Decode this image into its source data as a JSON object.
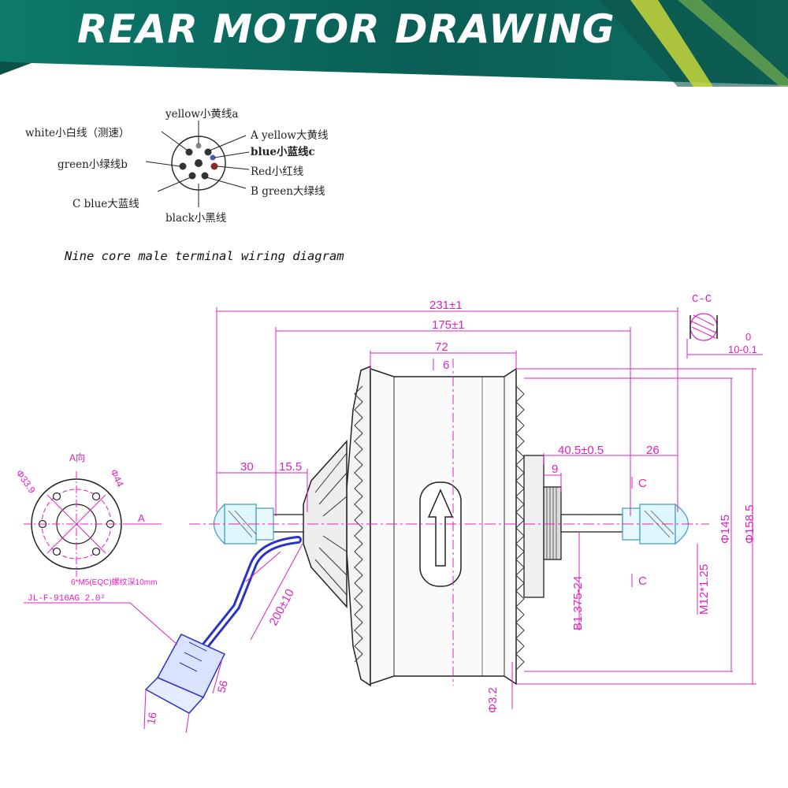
{
  "header": {
    "title": "REAR MOTOR DRAWING",
    "colors": {
      "banner_dark": "#0b6b60",
      "banner_light": "#16a08c",
      "accent": "#c8d63a"
    }
  },
  "wiring": {
    "labels": {
      "yellow_small": "yellow小黄线a",
      "white_small": "white小白线（测速）",
      "a_yellow_big": "A yellow大黄线",
      "blue_small": "blue小蓝线c",
      "green_small": "green小绿线b",
      "red_small": "Red小红线",
      "b_green_big": "B green大绿线",
      "c_blue_big": "C blue大蓝线",
      "black_small": "black小黑线"
    },
    "caption": "Nine core male terminal wiring diagram"
  },
  "drawing": {
    "line_color": "#e020c0",
    "dims": {
      "overall": "231±1",
      "body": "175±1",
      "hub_width": "72",
      "offset": "6",
      "left_axle": "30",
      "left_step": "15.5",
      "right_step": "40.5±0.5",
      "right_axle": "26",
      "spacer": "9",
      "section_label": "C-C",
      "flat_0": "0",
      "flat_tol": "10-0.1",
      "cut_c": "C",
      "dia_145": "Φ145",
      "dia_158": "Φ158.5",
      "thread_m12": "M12*1.25",
      "thread_b1": "B1.375-24",
      "hole": "Φ3.2",
      "cable_len": "200±10",
      "conn_len": "56",
      "conn_w": "16",
      "cable_spec": "JL-F-916AG 2.0²",
      "flange_title": "A向",
      "flange_d1": "Φ33.9",
      "flange_d2": "Φ44",
      "flange_screws": "6*M5(EQC)螺纹深10mm",
      "view_a": "A"
    }
  }
}
